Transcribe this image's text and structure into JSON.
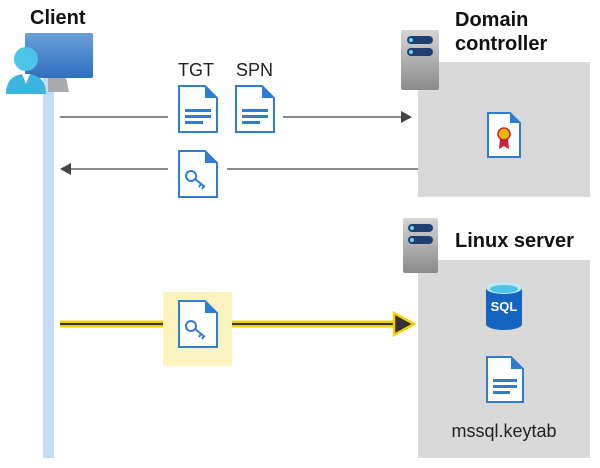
{
  "client": {
    "label": "Client"
  },
  "domain_controller": {
    "label_line1": "Domain",
    "label_line2": "controller"
  },
  "linux_server": {
    "label": "Linux server",
    "sql_label": "SQL",
    "keytab_label": "mssql.keytab"
  },
  "messages": {
    "tgt_label": "TGT",
    "spn_label": "SPN"
  },
  "colors": {
    "lifeline": "#c5dcf7",
    "server_box": "#d9d9d9",
    "highlight": "#fdf3c0",
    "arrow_yellow": "#f5d000",
    "doc_blue": "#2d7dd2"
  }
}
